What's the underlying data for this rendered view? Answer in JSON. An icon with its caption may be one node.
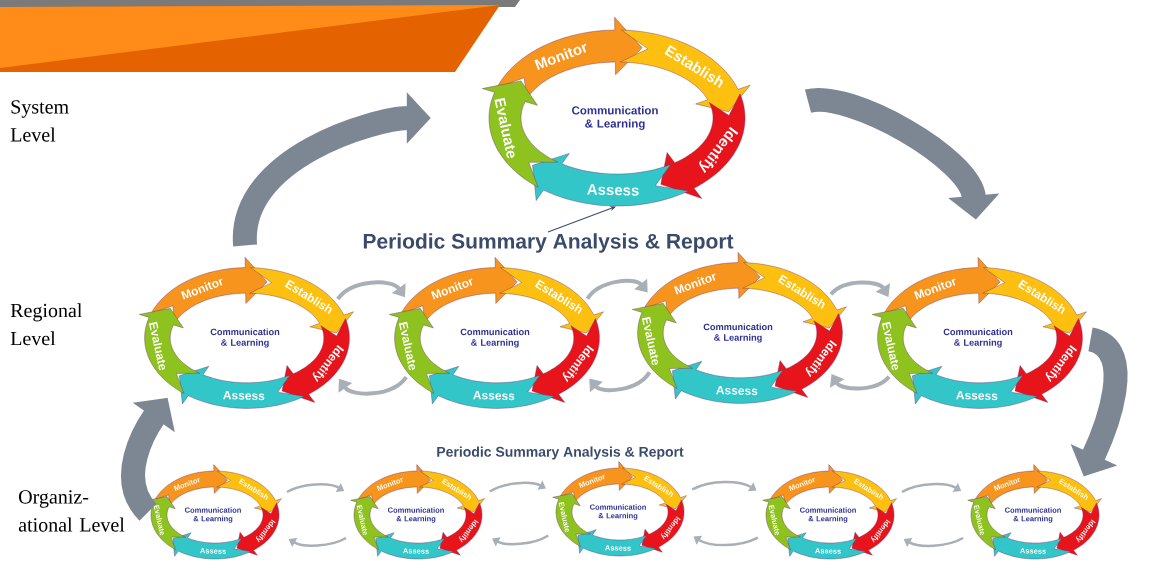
{
  "diagram": {
    "nodes": [
      {
        "text": [
          "Monitor",
          "Establish",
          "Identify",
          "Assess",
          "Evaluate",
          "Communication & Learning"
        ]
      },
      {
        "text": [
          "Periodic Summary Analysis & Report"
        ]
      },
      {
        "text": [
          "Monitor",
          "Establish",
          "Identify",
          "Assess",
          "Evaluate",
          "Communication & Learning"
        ]
      },
      {
        "text": [
          "Monitor",
          "Establish",
          "Identify",
          "Assess",
          "Evaluate",
          "Communication & Learning"
        ]
      },
      {
        "text": [
          "Monitor",
          "Establish",
          "Identify",
          "Assess",
          "Evaluate",
          "Communication & Learning"
        ]
      },
      {
        "text": [
          "Monitor",
          "Establish",
          "Identify",
          "Assess",
          "Evaluate",
          "Communication & Learning"
        ]
      },
      {
        "text": [
          "Monitor",
          "Establish",
          "Identify",
          "Assess",
          "Evaluate",
          "Communication & Learning"
        ]
      },
      {
        "text": [
          "Monitor",
          "Establish",
          "Identify",
          "Assess",
          "Evaluate",
          "Communication & Learning"
        ]
      },
      {
        "text": [
          "Monitor",
          "Establish",
          "Identify",
          "Assess",
          "Evaluate",
          "Communication & Learning"
        ]
      },
      {
        "text": [
          "Monitor",
          "Establish",
          "Identify",
          "Assess",
          "Evaluate",
          "Communication & Learning"
        ]
      },
      {
        "text": [
          "Monitor",
          "Establish",
          "Identify",
          "Assess",
          "Evaluate",
          "Communication & Learning"
        ]
      }
    ],
    "edges": [
      {
        "from": 1,
        "to": 0,
        "arrow": "to",
        "color": "#3a4a6b"
      },
      {
        "from": 2,
        "to": 0,
        "arrow": "to",
        "style": "thick"
      },
      {
        "from": 0,
        "to": 5,
        "arrow": "to",
        "style": "thick"
      },
      {
        "from": 5,
        "to": 10,
        "arrow": "to",
        "style": "thick"
      },
      {
        "from": 6,
        "to": 2,
        "arrow": "to",
        "style": "thick"
      },
      {
        "from": 2,
        "to": 3,
        "arrow": "to"
      },
      {
        "from": 3,
        "to": 2,
        "arrow": "to"
      },
      {
        "from": 3,
        "to": 4,
        "arrow": "to"
      },
      {
        "from": 4,
        "to": 3,
        "arrow": "to"
      },
      {
        "from": 4,
        "to": 5,
        "arrow": "to"
      },
      {
        "from": 5,
        "to": 4,
        "arrow": "to"
      },
      {
        "from": 6,
        "to": 7,
        "arrow": "to"
      },
      {
        "from": 7,
        "to": 6,
        "arrow": "to"
      },
      {
        "from": 7,
        "to": 8,
        "arrow": "to"
      },
      {
        "from": 8,
        "to": 7,
        "arrow": "to"
      },
      {
        "from": 8,
        "to": 9,
        "arrow": "to"
      },
      {
        "from": 9,
        "to": 8,
        "arrow": "to"
      },
      {
        "from": 9,
        "to": 10,
        "arrow": "to"
      },
      {
        "from": 10,
        "to": 9,
        "arrow": "to"
      }
    ],
    "labels": [
      "System Level",
      "Regional Level",
      "Periodic Summary Analysis & Report",
      "Organiz- ational Level"
    ]
  }
}
